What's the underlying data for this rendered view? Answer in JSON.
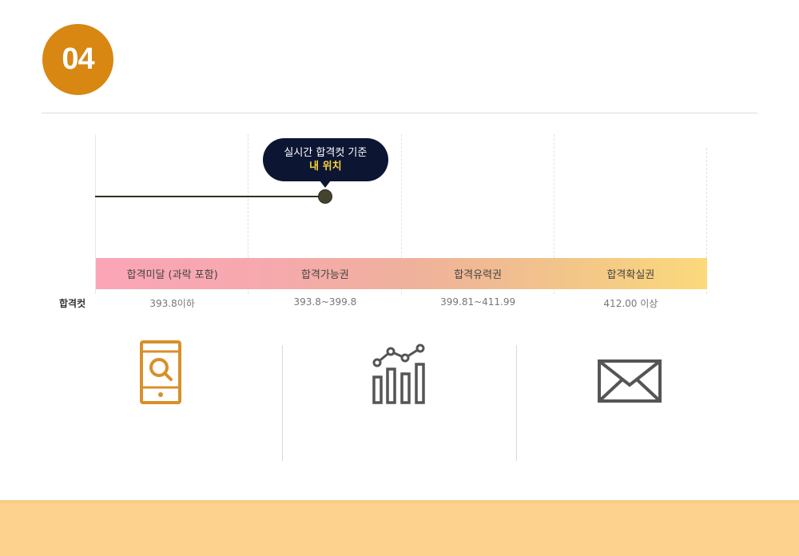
{
  "step": {
    "number": "04"
  },
  "chart": {
    "tooltip": {
      "line1": "실시간 합격컷 기준",
      "line2": "내 위치"
    },
    "bands": [
      "합격미달 (과락 포함)",
      "합격가능권",
      "합격유력권",
      "합격확실권"
    ],
    "row_label": "합격컷",
    "ranges": [
      "393.8이하",
      "393.8~399.8",
      "399.81~411.99",
      "412.00 이상"
    ],
    "my_position_fraction": 0.375
  },
  "icons": [
    {
      "name": "mobile-search-icon",
      "color": "#d8902a"
    },
    {
      "name": "bar-chart-trend-icon",
      "color": "#555555"
    },
    {
      "name": "envelope-icon",
      "color": "#555555"
    }
  ],
  "colors": {
    "accent": "#d78712",
    "tooltip_bg": "#0c1633",
    "tooltip_highlight": "#f7d23a",
    "footer": "#fcd28e"
  }
}
